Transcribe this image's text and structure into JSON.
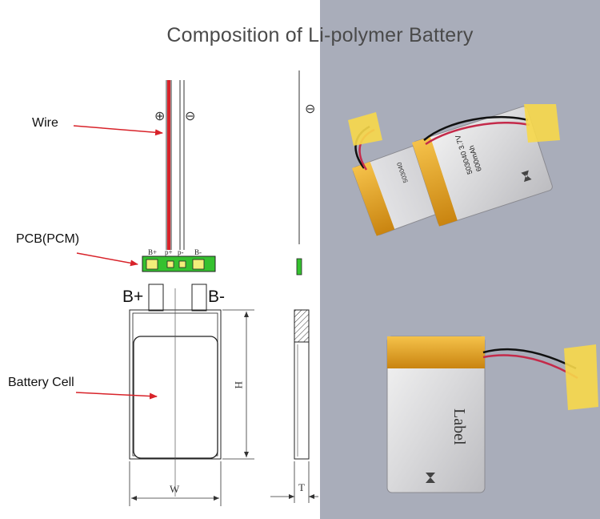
{
  "title": "Composition of Li-polymer Battery",
  "labels": {
    "wire": "Wire",
    "pcb": "PCB(PCM)",
    "cell": "Battery Cell"
  },
  "terminals": {
    "b_plus": "B+",
    "b_minus": "B-"
  },
  "pcb_pads": {
    "b_plus": "B+",
    "p_plus": "p+",
    "p_minus": "p-",
    "b_minus": "B-"
  },
  "symbols": {
    "plus": "⊕",
    "minus": "⊖"
  },
  "dimensions": {
    "height": "H",
    "width": "W",
    "thickness": "T"
  },
  "photo": {
    "label_text": "Label",
    "cell_print": "503040 3.7V\n600mAh"
  },
  "colors": {
    "panel_bg": "#a9adba",
    "wire_red": "#d8232a",
    "arrow_red": "#d8232a",
    "pcb_green": "#35c12f",
    "kapton": "#e8a51c",
    "tape_yellow": "#f7d84a"
  }
}
